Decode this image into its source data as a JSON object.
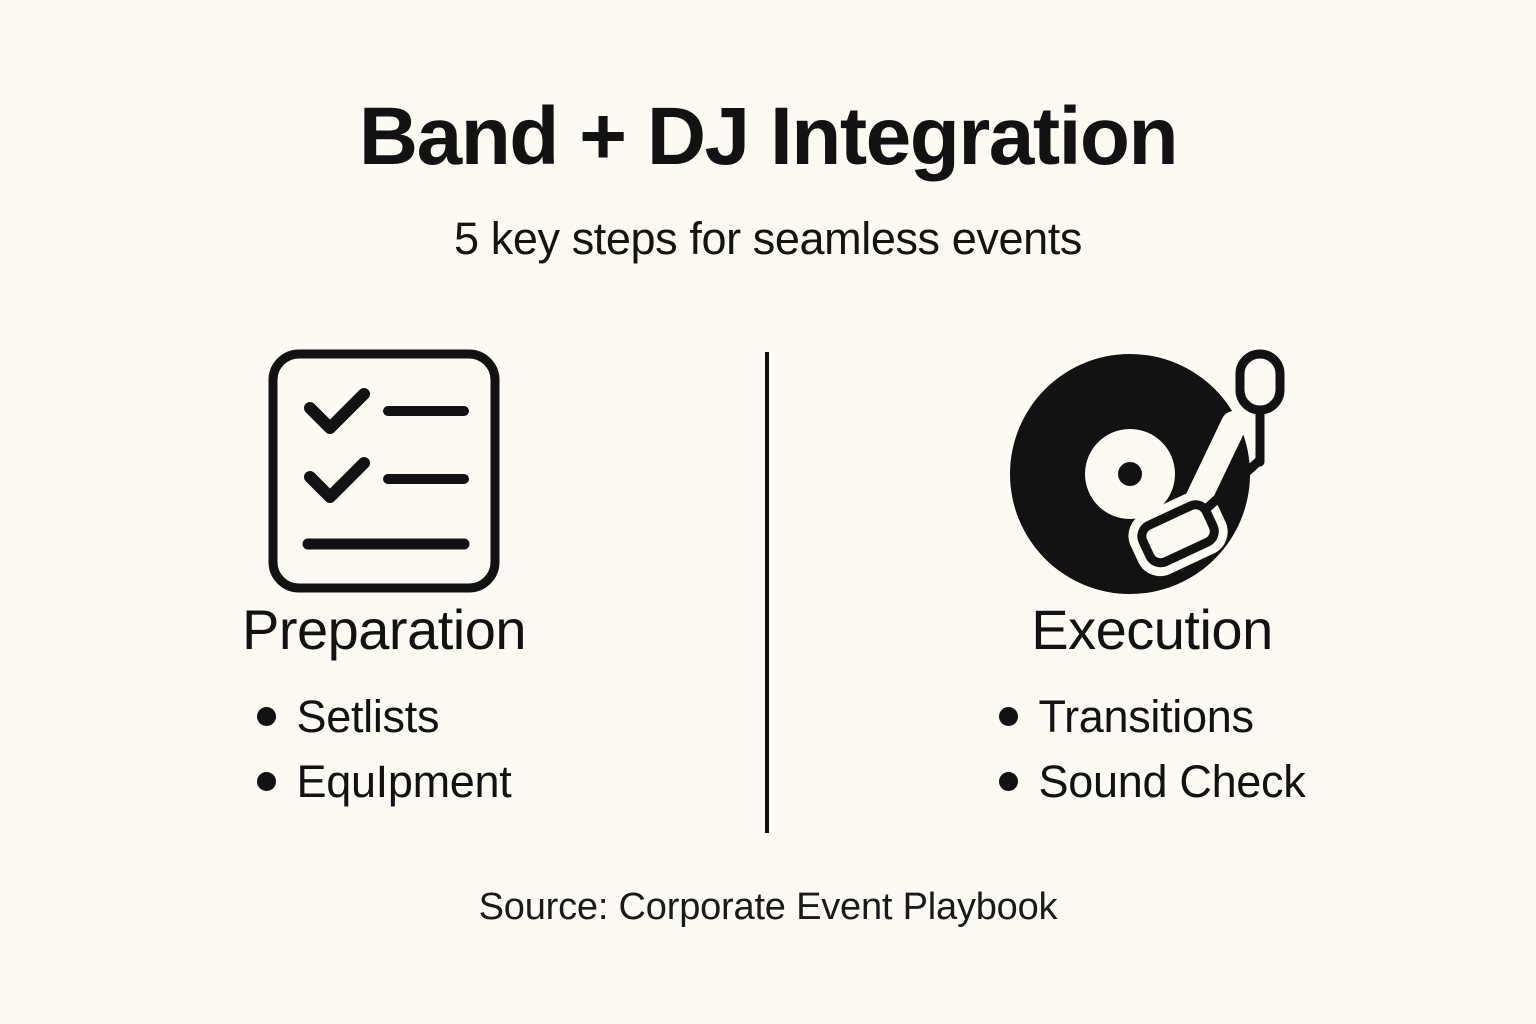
{
  "theme": {
    "background": "#fdf9f3",
    "ink": "#121212",
    "divider": "#121212"
  },
  "header": {
    "title": "Band + DJ Integration",
    "subtitle": "5 key steps for seamless events"
  },
  "columns": [
    {
      "icon": "checklist-icon",
      "title": "Preparation",
      "bullets": [
        {
          "label": "Setlists"
        },
        {
          "label": "EquIpment"
        }
      ]
    },
    {
      "icon": "vinyl-record-icon",
      "title": "Execution",
      "bullets": [
        {
          "label": "Transitions"
        },
        {
          "label": "Sound Check"
        }
      ]
    }
  ],
  "footer": {
    "source": "Source: Corporate Event Playbook"
  }
}
